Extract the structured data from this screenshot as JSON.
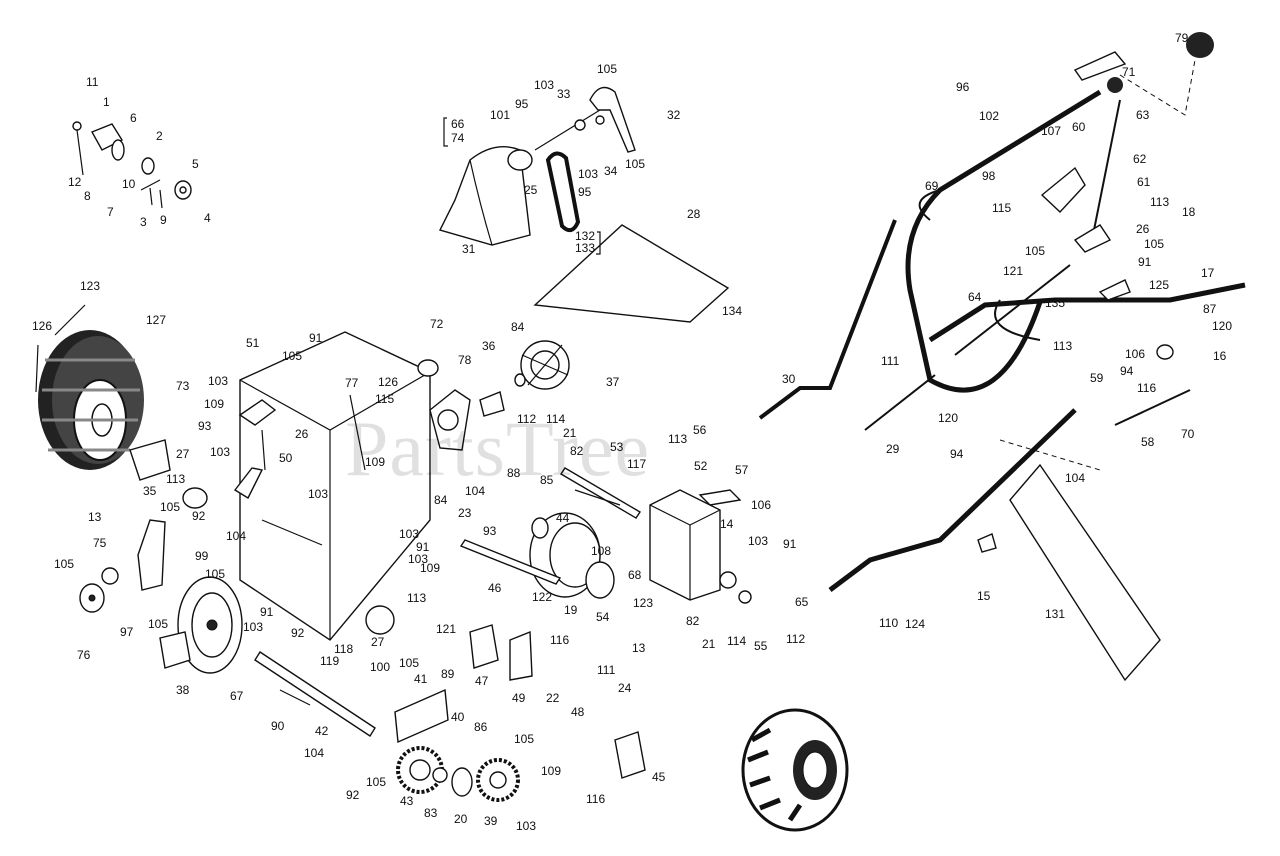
{
  "watermark": "PartsTree",
  "callouts": [
    "11",
    "1",
    "6",
    "2",
    "12",
    "8",
    "10",
    "5",
    "7",
    "3",
    "9",
    "4",
    "66",
    "74",
    "101",
    "95",
    "103",
    "33",
    "105",
    "32",
    "25",
    "103",
    "34",
    "105",
    "95",
    "132",
    "133",
    "28",
    "31",
    "134",
    "123",
    "126",
    "127",
    "73",
    "51",
    "105",
    "91",
    "103",
    "109",
    "26",
    "93",
    "103",
    "27",
    "113",
    "105",
    "35",
    "92",
    "13",
    "104",
    "99",
    "105",
    "105",
    "75",
    "50",
    "77",
    "115",
    "109",
    "103",
    "72",
    "126",
    "78",
    "36",
    "84",
    "37",
    "112",
    "114",
    "21",
    "82",
    "88",
    "85",
    "53",
    "23",
    "84",
    "104",
    "93",
    "44",
    "46",
    "122",
    "19",
    "117",
    "113",
    "56",
    "52",
    "57",
    "106",
    "14",
    "103",
    "91",
    "108",
    "68",
    "54",
    "123",
    "13",
    "82",
    "21",
    "114",
    "112",
    "55",
    "65",
    "103",
    "91",
    "109",
    "103",
    "76",
    "97",
    "105",
    "38",
    "67",
    "92",
    "113",
    "91",
    "103",
    "27",
    "121",
    "89",
    "116",
    "47",
    "49",
    "118",
    "119",
    "100",
    "105",
    "41",
    "90",
    "42",
    "40",
    "86",
    "104",
    "92",
    "105",
    "43",
    "83",
    "20",
    "39",
    "105",
    "103",
    "109",
    "22",
    "111",
    "24",
    "48",
    "116",
    "45",
    "79",
    "71",
    "96",
    "102",
    "63",
    "107",
    "60",
    "98",
    "62",
    "115",
    "61",
    "113",
    "26",
    "105",
    "105",
    "91",
    "121",
    "125",
    "135",
    "64",
    "69",
    "18",
    "17",
    "87",
    "120",
    "113",
    "106",
    "16",
    "94",
    "116",
    "59",
    "70",
    "58",
    "111",
    "120",
    "29",
    "30",
    "94",
    "104",
    "110",
    "124",
    "15",
    "131"
  ],
  "icons": [
    "wheel-icon",
    "tire-tread-icon",
    "pulley-icon",
    "gear-icon",
    "sprocket-icon",
    "belt-icon",
    "housing-icon",
    "handle-icon",
    "chute-icon",
    "shaft-icon",
    "bolt-icon",
    "cap-icon"
  ]
}
